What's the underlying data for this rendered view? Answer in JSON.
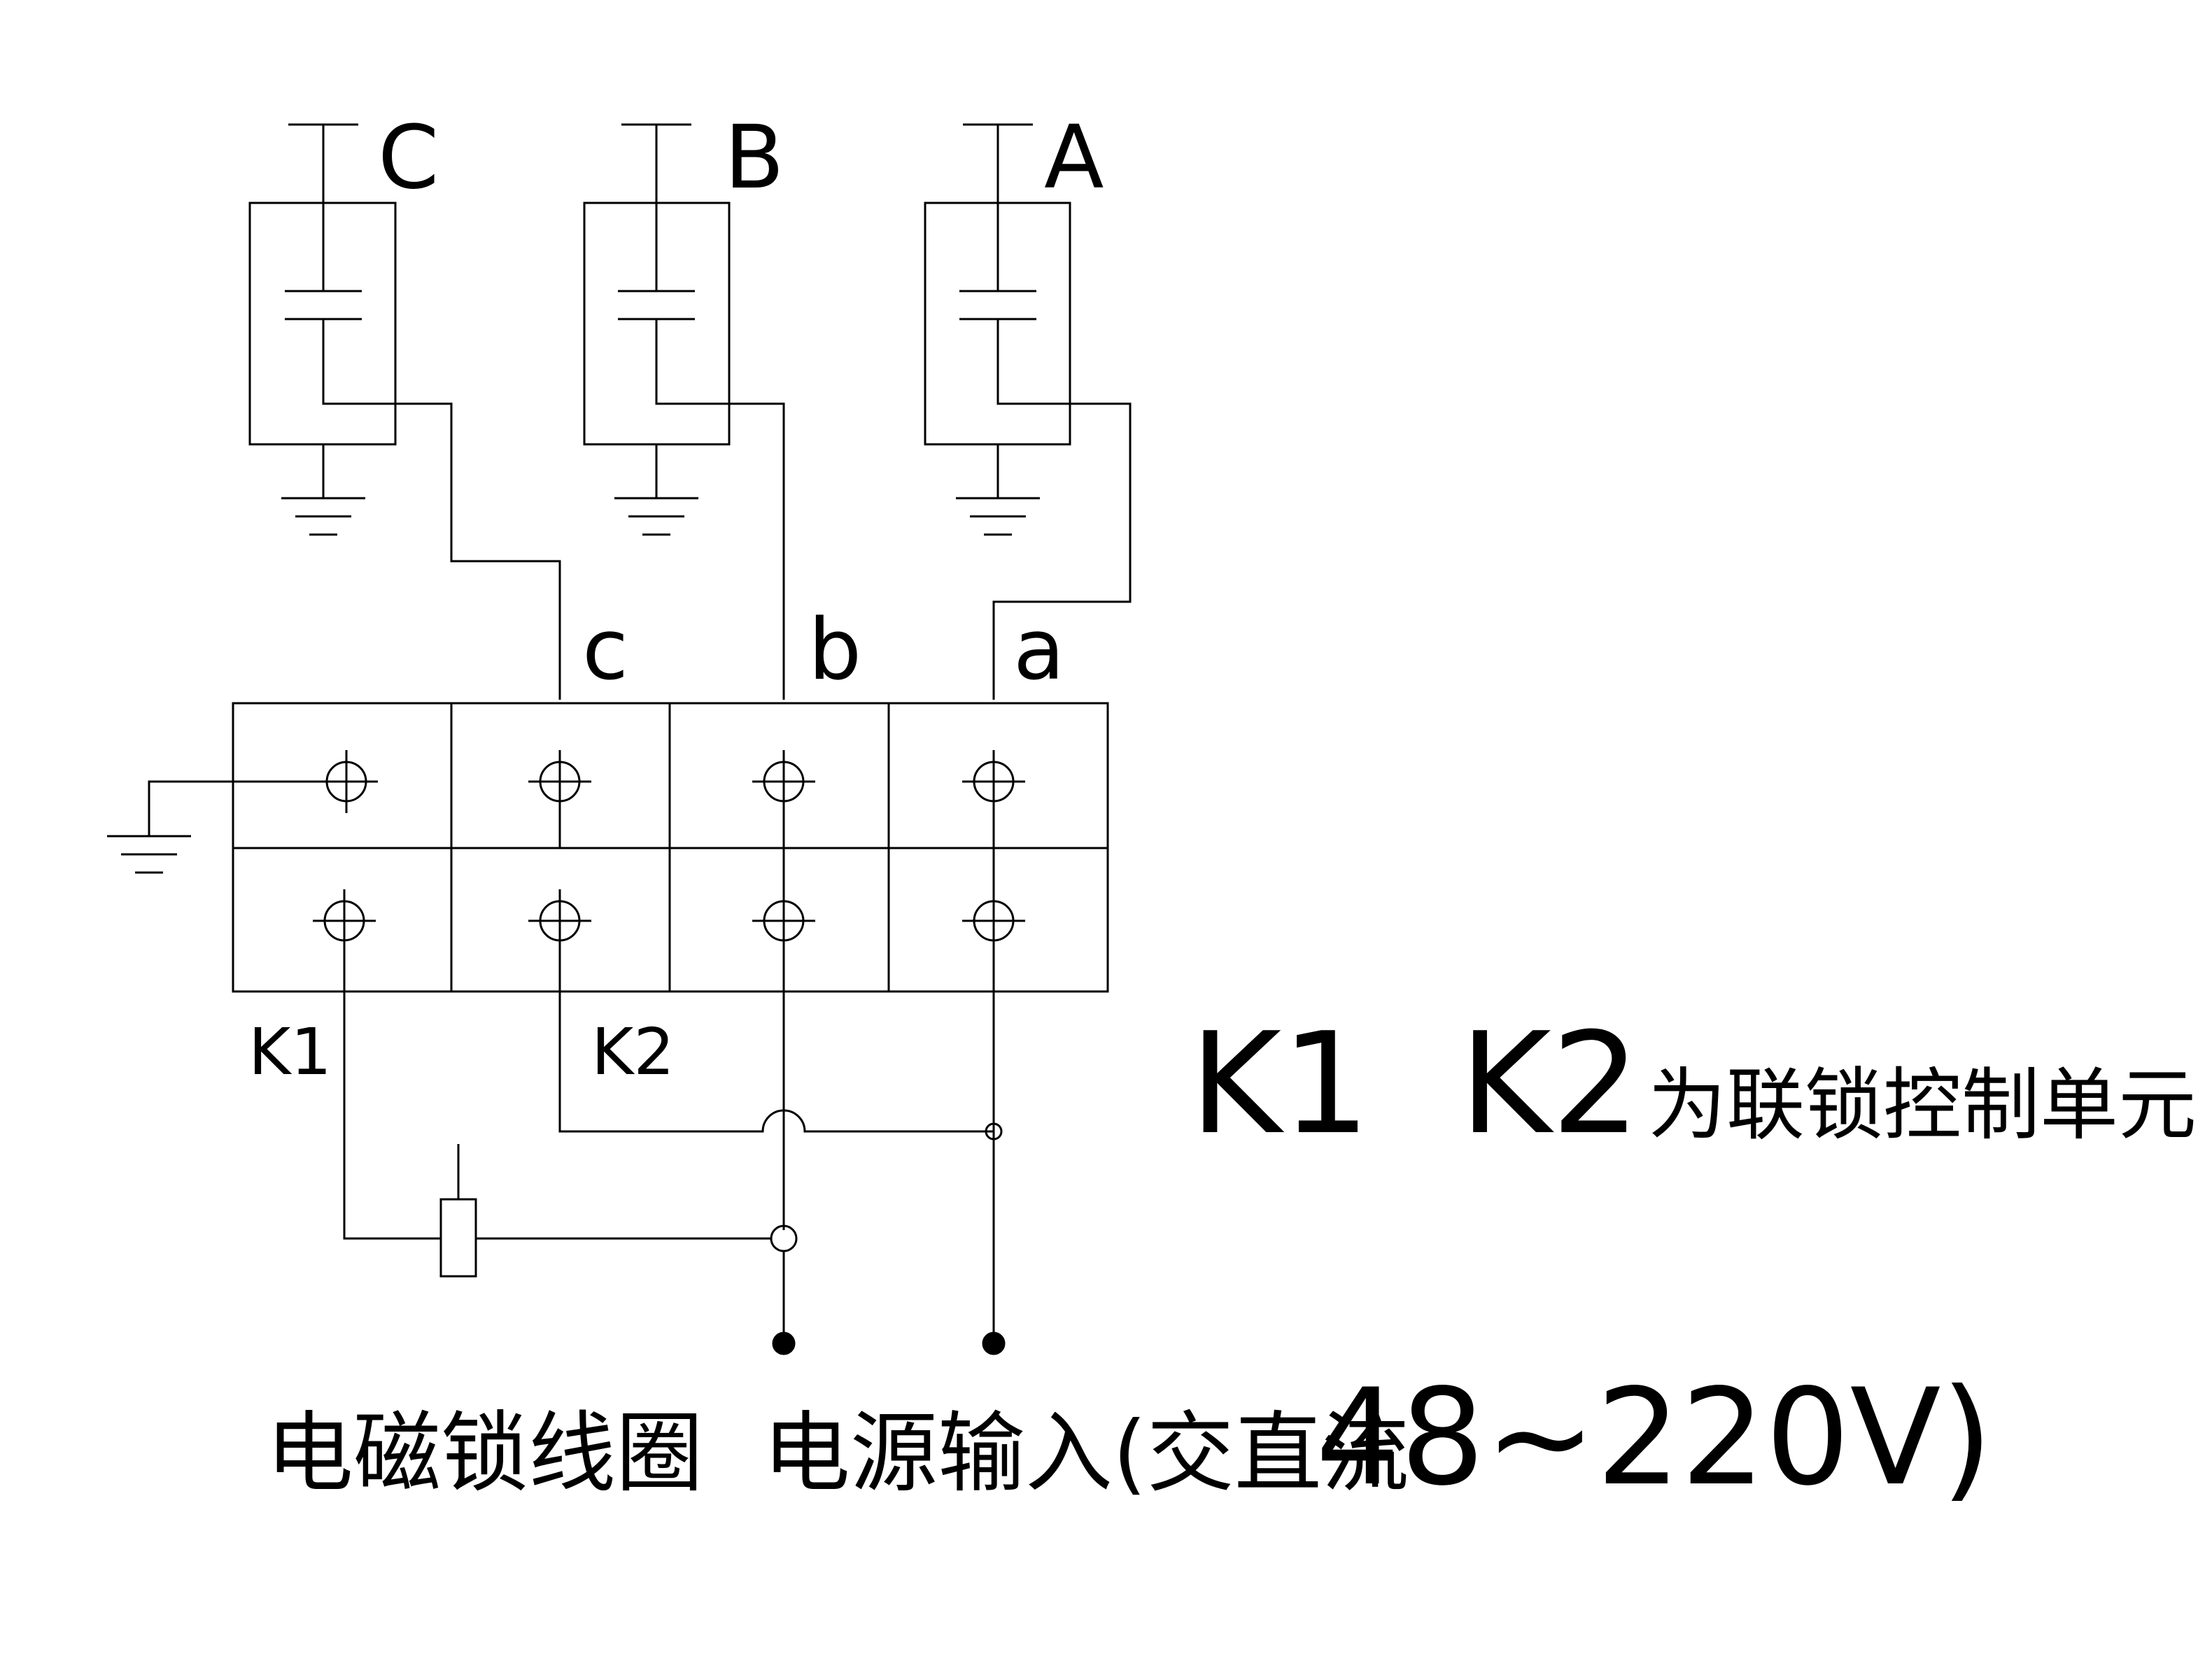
{
  "phase_labels": {
    "c_upper": "C",
    "b_upper": "B",
    "a_upper": "A"
  },
  "terminal_labels": {
    "c_lower": "c",
    "b_lower": "b",
    "a_lower": "a"
  },
  "unit_labels": {
    "k1": "K1",
    "k2": "K2"
  },
  "note": {
    "k_units": "K1  K2",
    "k_text": "为联锁控制单元"
  },
  "captions": {
    "coil": "电磁锁线圈",
    "power_text": "电源输入(交直流",
    "power_value": "48~220V)"
  },
  "colors": {
    "line": "#000000",
    "background": "#ffffff"
  }
}
